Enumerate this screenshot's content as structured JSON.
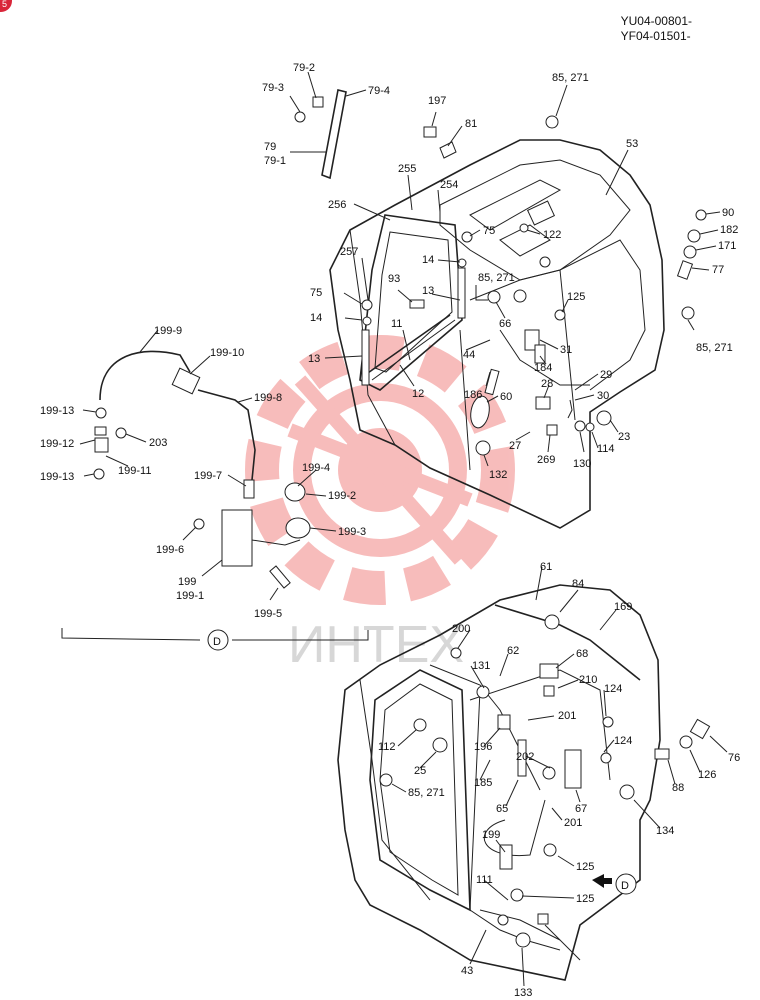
{
  "header": {
    "code_1": "YU04-00801-",
    "code_2": "YF04-01501-"
  },
  "corner_badge": {
    "text": "5",
    "color": "#d9263a"
  },
  "watermark": {
    "text": "ИНТЕХ",
    "color": "#e9413f"
  },
  "view_marker": "D",
  "labels": {
    "l79_2": "79-2",
    "l79_3": "79-3",
    "l79_4": "79-4",
    "l79": "79",
    "l79_1": "79-1",
    "l197": "197",
    "l81": "81",
    "l85_271_a": "85, 271",
    "l53": "53",
    "l255": "255",
    "l254": "254",
    "l256": "256",
    "l75_a": "75",
    "l122": "122",
    "l90": "90",
    "l182": "182",
    "l171": "171",
    "l77": "77",
    "l257": "257",
    "l14_a": "14",
    "l85_271_b": "85, 271",
    "l93": "93",
    "l13_a": "13",
    "l75_b": "75",
    "l14_b": "14",
    "l11": "11",
    "l13_b": "13",
    "l12": "12",
    "l66": "66",
    "l125_a": "125",
    "l85_271_c": "85, 271",
    "l44": "44",
    "l31": "31",
    "l184": "184",
    "l186": "186",
    "l29": "29",
    "l28": "28",
    "l30": "30",
    "l60": "60",
    "l27": "27",
    "l23": "23",
    "l269": "269",
    "l130": "130",
    "l114": "114",
    "l132": "132",
    "l199_9": "199-9",
    "l199_10": "199-10",
    "l199_8": "199-8",
    "l199_13_a": "199-13",
    "l199_12": "199-12",
    "l203": "203",
    "l199_11": "199-11",
    "l199_13_b": "199-13",
    "l199_7": "199-7",
    "l199_4": "199-4",
    "l199_2": "199-2",
    "l199_3": "199-3",
    "l199_6": "199-6",
    "l199": "199",
    "l199_1": "199-1",
    "l199_5": "199-5",
    "l61": "61",
    "l84": "84",
    "l169": "169",
    "l200": "200",
    "l62": "62",
    "l68": "68",
    "l131": "131",
    "l210": "210",
    "l124_a": "124",
    "l112": "112",
    "l201_a": "201",
    "l196": "196",
    "l124_b": "124",
    "l76": "76",
    "l25": "25",
    "l202": "202",
    "l185": "185",
    "l88": "88",
    "l126": "126",
    "l85_271_d": "85, 271",
    "l67": "67",
    "l65": "65",
    "l201_b": "201",
    "l134": "134",
    "l199_c": "199",
    "l125_b": "125",
    "l111": "111",
    "l125_c": "125",
    "l43": "43",
    "l133": "133"
  }
}
